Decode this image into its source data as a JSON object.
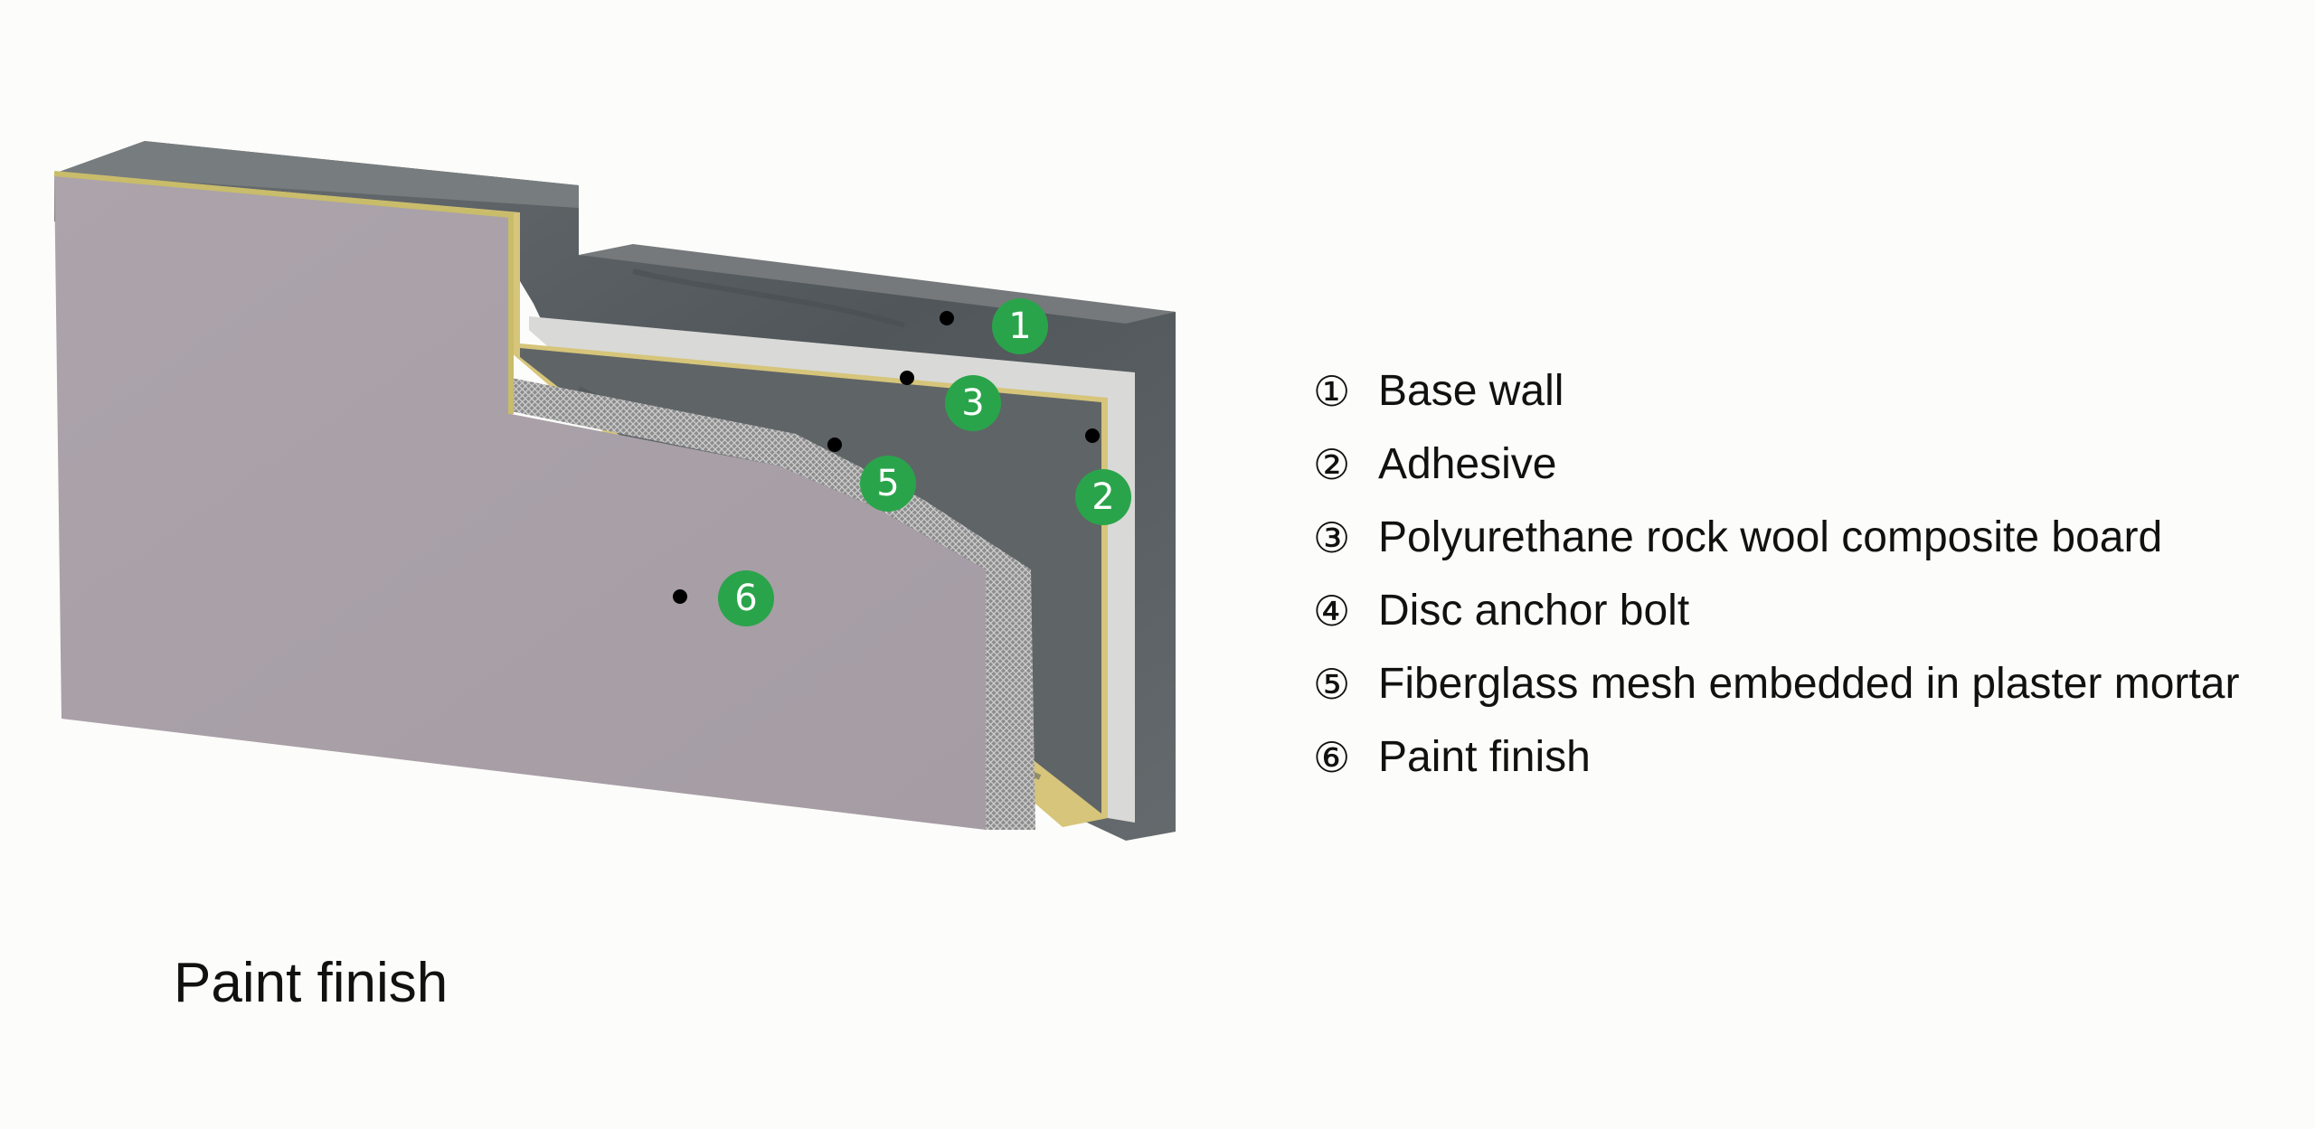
{
  "diagram": {
    "callouts": [
      {
        "number": "1",
        "label": "Base wall"
      },
      {
        "number": "2",
        "label": "Adhesive"
      },
      {
        "number": "3",
        "label": "Polyurethane rock wool composite board"
      },
      {
        "number": "5",
        "label": "Fiberglass mesh embedded in plaster mortar"
      },
      {
        "number": "6",
        "label": "Paint finish"
      }
    ]
  },
  "legend": {
    "items": [
      {
        "marker": "①",
        "label": "Base wall"
      },
      {
        "marker": "②",
        "label": "Adhesive"
      },
      {
        "marker": "③",
        "label": "Polyurethane rock wool composite board"
      },
      {
        "marker": "④",
        "label": "Disc anchor bolt"
      },
      {
        "marker": "⑤",
        "label": "Fiberglass mesh embedded in plaster mortar"
      },
      {
        "marker": "⑥",
        "label": "Paint finish"
      }
    ]
  },
  "caption": "Paint finish",
  "colors": {
    "callout_green": "#2aa44a",
    "paint_finish": "#a89fa7",
    "base_wall_concrete": "#585d60",
    "insulation_board_edge": "#d6c57a",
    "adhesive": "#d8d8d6"
  }
}
